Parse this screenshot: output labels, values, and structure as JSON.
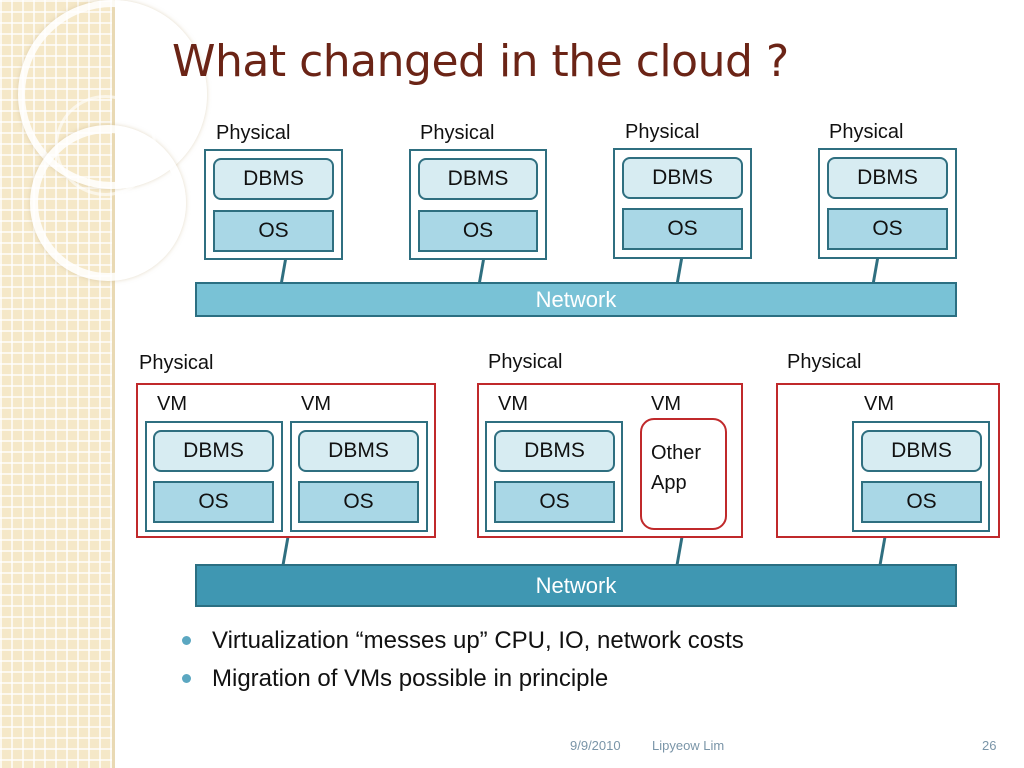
{
  "slide": {
    "title": "What changed in the cloud ?"
  },
  "top_diagram": {
    "physical_labels": [
      "Physical",
      "Physical",
      "Physical",
      "Physical"
    ],
    "dbms_labels": [
      "DBMS",
      "DBMS",
      "DBMS",
      "DBMS"
    ],
    "os_labels": [
      "OS",
      "OS",
      "OS",
      "OS"
    ],
    "network_label": "Network"
  },
  "bottom_diagram": {
    "physical_labels": [
      "Physical",
      "Physical",
      "Physical"
    ],
    "vm_labels": [
      "VM",
      "VM",
      "VM",
      "VM",
      "VM"
    ],
    "dbms_labels": [
      "DBMS",
      "DBMS",
      "DBMS",
      "DBMS"
    ],
    "os_labels": [
      "OS",
      "OS",
      "OS",
      "OS"
    ],
    "other_app_line1": "Other",
    "other_app_line2": "App",
    "network_label": "Network"
  },
  "bullets": [
    "Virtualization “messes up” CPU, IO, network costs",
    "Migration of VMs possible in principle"
  ],
  "footer": {
    "date": "9/9/2010",
    "author": "Lipyeow Lim",
    "page_number": "26"
  },
  "colors": {
    "title": "#6b2416",
    "box_border": "#2f6f80",
    "red_border": "#c0292b",
    "network_top": "#79c2d6",
    "network_bottom": "#3f97b2",
    "side_band": "#f5e8c8"
  }
}
